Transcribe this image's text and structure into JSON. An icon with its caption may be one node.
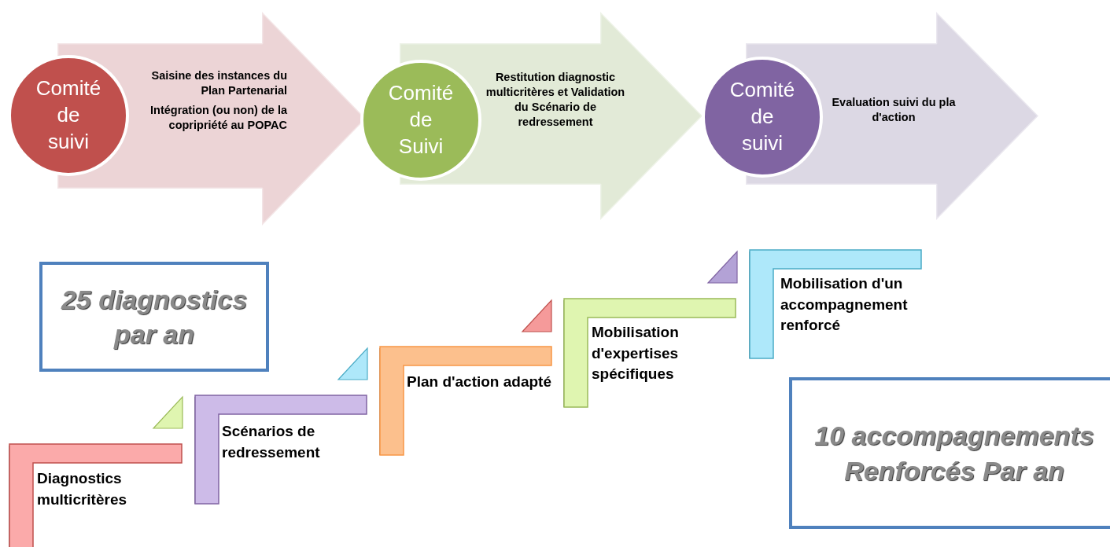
{
  "diagram": {
    "nodes": [
      {
        "text": [
          "Comité de suivi"
        ]
      },
      {
        "text": [
          "Saisine des instances du Plan Partenarial",
          "Intégration (ou non) de la copripriété au POPAC"
        ]
      },
      {
        "text": [
          "Comité de Suivi"
        ]
      },
      {
        "text": [
          "Restitution diagnostic multicritères et Validation du Scénario de redressement"
        ]
      },
      {
        "text": [
          "Comité de suivi"
        ]
      },
      {
        "text": [
          "Evaluation suivi du pla d'action"
        ]
      },
      {
        "text": [
          "25 diagnostics par an"
        ]
      },
      {
        "text": [
          "Mobilisation d'un accompagnement renforcé"
        ]
      },
      {
        "text": [
          "Mobilisation d'expertises spécifiques"
        ]
      },
      {
        "text": [
          "Plan d'action adapté"
        ]
      },
      {
        "text": [
          "Scénarios de redressement"
        ]
      },
      {
        "text": [
          "10 accompagnements Renforcés Par an"
        ]
      },
      {
        "text": [
          "Diagnostics multicritères"
        ]
      }
    ]
  }
}
